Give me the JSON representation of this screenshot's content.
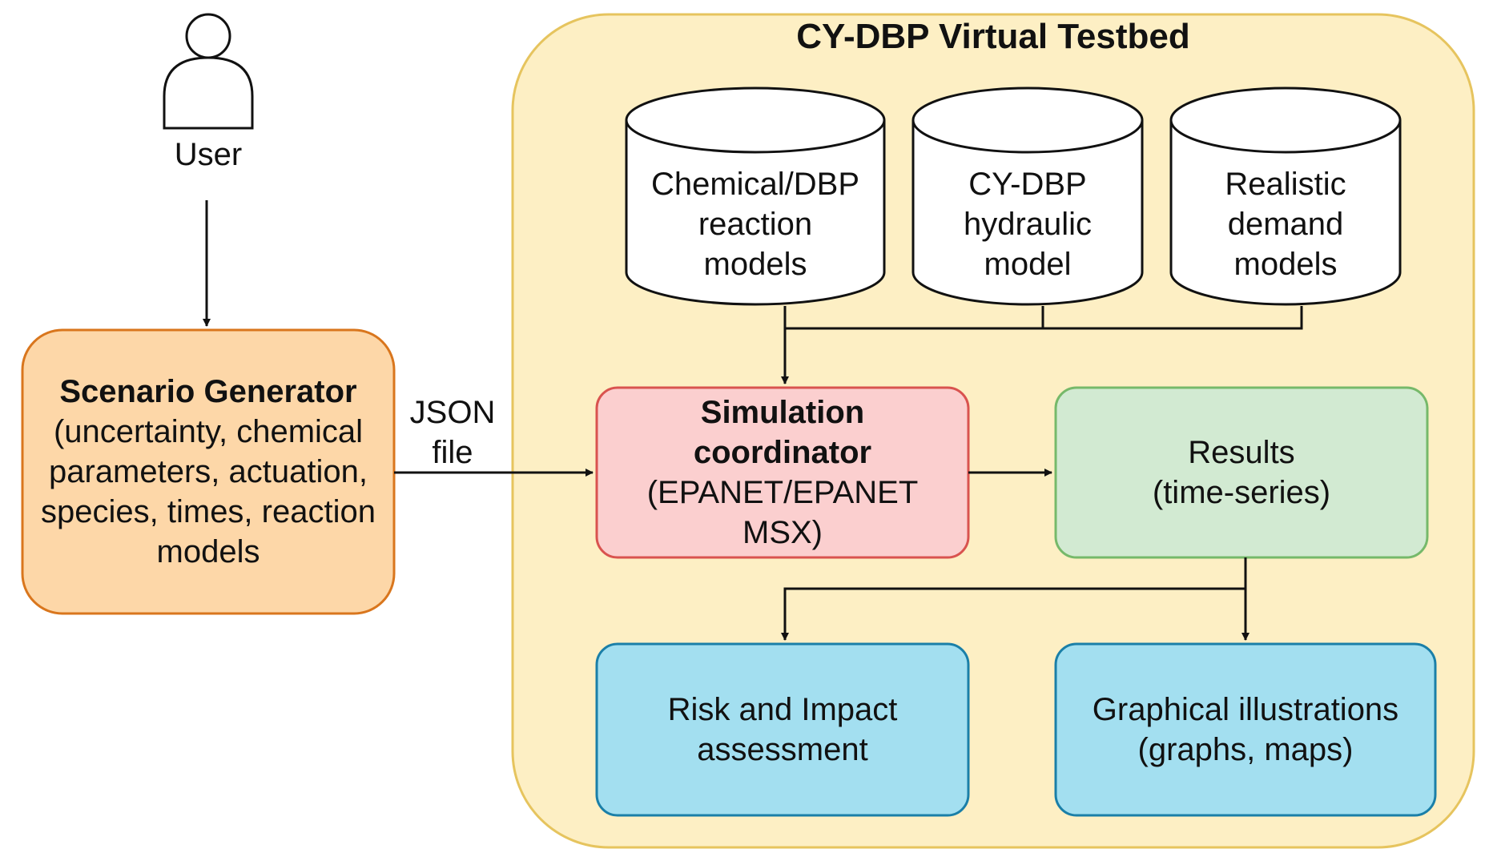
{
  "title": "CY-DBP Virtual Testbed",
  "user": {
    "label": "User"
  },
  "scenario_generator": {
    "title": "Scenario Generator",
    "lines": [
      "(uncertainty, chemical",
      "parameters, actuation,",
      "species, times, reaction",
      "models"
    ]
  },
  "json_label": [
    "JSON",
    "file"
  ],
  "databases": [
    {
      "lines": [
        "Chemical/DBP",
        "reaction",
        "models"
      ]
    },
    {
      "lines": [
        "CY-DBP",
        "hydraulic",
        "model"
      ]
    },
    {
      "lines": [
        "Realistic",
        "demand",
        "models"
      ]
    }
  ],
  "simulation_coordinator": {
    "title_lines": [
      "Simulation",
      "coordinator"
    ],
    "lines": [
      "(EPANET/EPANET",
      "MSX)"
    ]
  },
  "results": {
    "lines": [
      "Results",
      "(time-series)"
    ]
  },
  "risk": {
    "lines": [
      "Risk and Impact",
      "assessment"
    ]
  },
  "graphical": {
    "lines": [
      "Graphical illustrations",
      "(graphs, maps)"
    ]
  },
  "colors": {
    "testbed_fill": "#fdefc4",
    "testbed_stroke": "#e6c45e",
    "scenario_fill": "#fdd7a8",
    "scenario_stroke": "#d9761d",
    "sim_fill": "#fbcfcf",
    "sim_stroke": "#d9534f",
    "results_fill": "#d2ead2",
    "results_stroke": "#76b96a",
    "blue_fill": "#a3dff0",
    "blue_stroke": "#1a7fa8"
  }
}
